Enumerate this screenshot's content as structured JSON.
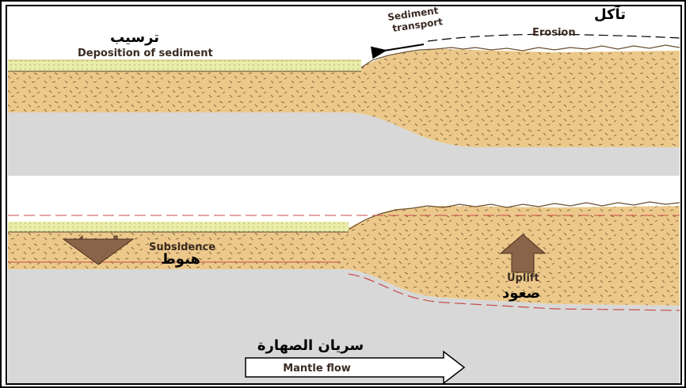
{
  "labels": {
    "deposition_ar": "ترسيب",
    "deposition_en": "Deposition of sediment",
    "sediment_transport_line1": "Sediment",
    "sediment_transport_line2": "transport",
    "erosion_ar": "تآكل",
    "erosion_en": "Erosion",
    "subsidence_en": "Subsidence",
    "subsidence_ar": "هبوط",
    "uplift_en": "Uplift",
    "uplift_ar": "صعود",
    "mantle_flow_ar": "سريان الصهارة",
    "mantle_flow_en": "Mantle flow"
  },
  "colors": {
    "sediment": "#ecc98a",
    "sediment_speckle": "#8a6a45",
    "deposit_layer": "#e8eeaa",
    "mantle": "#d8d8d8",
    "background": "#ffffff",
    "arrow_brown": "#8a6448",
    "dashed_red": "#c84a4a",
    "frame": "#000000"
  }
}
